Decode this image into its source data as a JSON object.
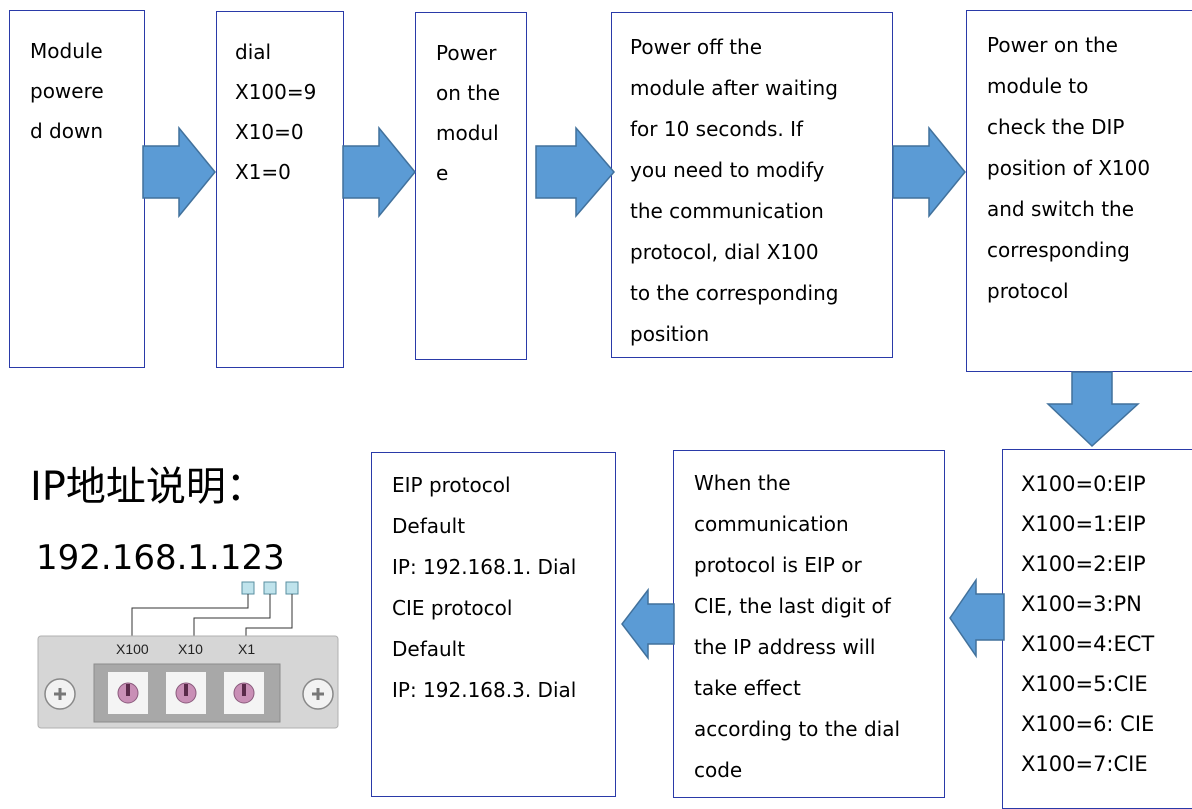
{
  "flow": {
    "step1": "Module\npowere\nd down",
    "step2": "dial\nX100=9\nX10=0\nX1=0",
    "step3": "Power\non the\nmodul\ne",
    "step4": "Power off the\nmodule after waiting\nfor 10 seconds. If\nyou need to modify\nthe communication\nprotocol, dial X100\nto the corresponding\nposition",
    "step5": "Power on the\nmodule to\ncheck the DIP\nposition of X100\nand switch the\ncorresponding\nprotocol",
    "step6": "X100=0:EIP\nX100=1:EIP\nX100=2:EIP\nX100=3:PN\nX100=4:ECT\nX100=5:CIE\nX100=6: CIE\nX100=7:CIE",
    "step7": "When the\ncommunication\nprotocol is EIP or\nCIE, the last digit of\nthe IP address will\ntake effect\naccording to the dial\ncode",
    "step8": "EIP protocol\nDefault\nIP: 192.168.1. Dial\nCIE protocol\nDefault\nIP: 192.168.3. Dial"
  },
  "ip_info": {
    "title": "IP地址说明：",
    "address": "192.168.1.123",
    "dial_labels": [
      "X100",
      "X10",
      "X1"
    ]
  },
  "colors": {
    "arrow_fill": "#5b9bd5",
    "arrow_stroke": "#41719c",
    "box_border": "#2a3aa8"
  }
}
